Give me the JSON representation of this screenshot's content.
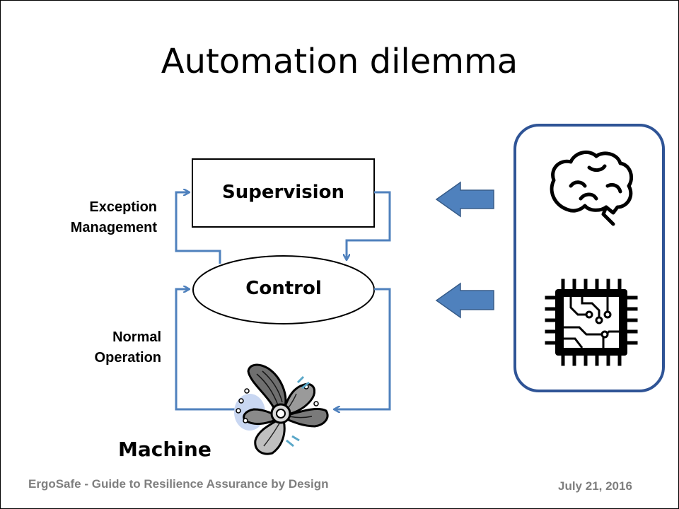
{
  "slide": {
    "title": "Automation dilemma",
    "labels": {
      "exception_line1": "Exception",
      "exception_line2": "Management",
      "normal_line1": "Normal",
      "normal_line2": "Operation",
      "supervision": "Supervision",
      "control": "Control",
      "machine": "Machine"
    },
    "icons": [
      "brain-icon",
      "microchip-icon",
      "propeller-icon",
      "left-arrow-icon"
    ],
    "footer": {
      "left": "ErgoSafe - Guide to Resilience Assurance by Design",
      "right": "July 21, 2016"
    },
    "colors": {
      "connector": "#4f81bd",
      "arrow_fill": "#4f81bd",
      "arrow_stroke": "#385d8a",
      "panel_border": "#2f5496",
      "footer_text": "#7f7f7f"
    }
  }
}
